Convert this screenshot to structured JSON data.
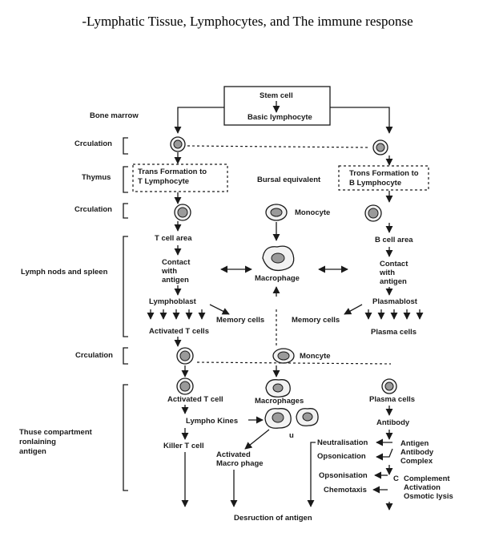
{
  "page": {
    "title": "-Lymphatic Tissue, Lymphocytes, and The immune response"
  },
  "diagram": {
    "stages": {
      "bone_marrow": "Bone marrow",
      "circulation_1": "Crculation",
      "thymus": "Thymus",
      "circulation_2": "Crculation",
      "lymph_nodes": "Lymph nods and spleen",
      "circulation_3": "Crculation",
      "tissue_line1": "Thuse compartment",
      "tissue_line2": "ronlaining",
      "tissue_line3": "antigen"
    },
    "top": {
      "stem_cell": "Stem cell",
      "basic_lymphocyte": "Basic lymphocyte"
    },
    "left_branch": {
      "transform_line1": "Trans Formation to",
      "transform_line2": "T Lymphocyte",
      "t_cell_area": "T cell area",
      "contact_line1": "Contact",
      "contact_line2": "with",
      "contact_line3": "antigen",
      "lymphoblast": "Lymphoblast",
      "memory_cells": "Memory cells",
      "activated_t_cells": "Activated T cells",
      "activated_t_cell": "Activated T cell",
      "lympho_kines": "Lympho Kines",
      "killer_t_cell": "Killer T cell"
    },
    "middle_branch": {
      "bursal_equivalent": "Bursal equivalent",
      "monocyte_1": "Monocyte",
      "macrophage": "Macrophage",
      "monocyte_2": "Moncyte",
      "macrophages": "Macrophages",
      "activated_line1": "Activated",
      "activated_line2": "Macro phage",
      "u_mark": "u"
    },
    "right_branch": {
      "transform_line1": "Trons Formation to",
      "transform_line2": "B Lymphocyte",
      "b_cell_area": "B cell area",
      "contact_line1": "Contact",
      "contact_line2": "with",
      "contact_line3": "antigen",
      "plasmablast": "Plasmablost",
      "memory_cells": "Memory cells",
      "plasma_cells_1": "Plasma cells",
      "plasma_cells_2": "Plasma cells",
      "antibody": "Antibody",
      "complex_line1": "Antigen",
      "complex_line2": "Antibody",
      "complex_line3": "Complex",
      "neutralisation": "Neutralisation",
      "opsonication": "Opsonication",
      "opsonisation": "Opsonisation",
      "chemotaxis": "Chemotaxis",
      "complement_line1": "Complement",
      "complement_line2": "Activation",
      "complement_line3": "Osmotic lysis",
      "side_letters": "C"
    },
    "bottom": {
      "destruction": "Desruction of antigen"
    }
  }
}
